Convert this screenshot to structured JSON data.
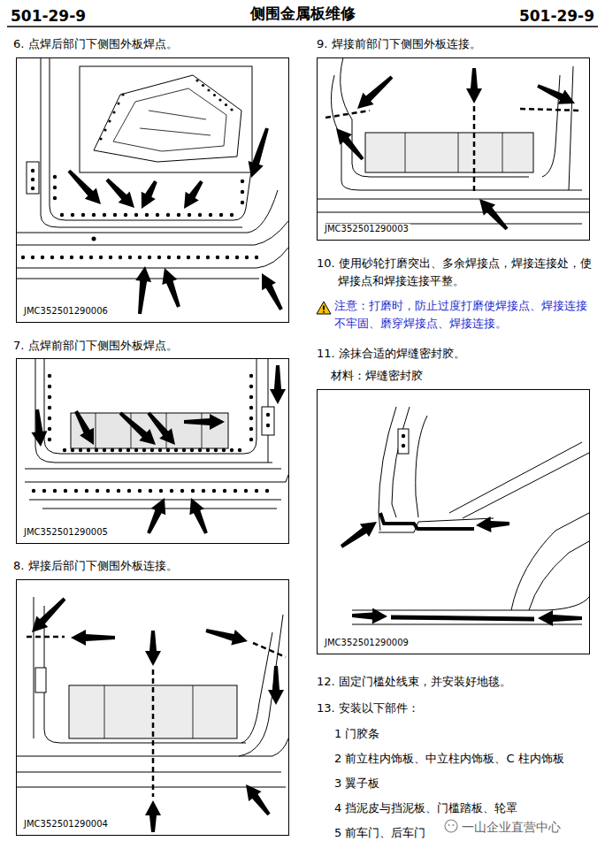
{
  "diagram": {
    "title": "侧围金属板维修",
    "nodes": [
      {
        "text": [
          "JMC352501290006"
        ]
      },
      {
        "text": [
          "JMC352501290005"
        ]
      },
      {
        "text": [
          "JMC352501290004"
        ]
      },
      {
        "text": [
          "JMC352501290003"
        ]
      },
      {
        "text": [
          "JMC352501290009"
        ]
      }
    ],
    "labels": [
      "501-29-9",
      "501-29-9",
      "6. 点焊后部门下侧围外板焊点。",
      "9. 焊接前部门下侧围外板连接。",
      "10. 使用砂轮打磨突出、多余焊接点，焊接连接处，使焊接点和焊接连接平整。",
      "注意：打磨时，防止过度打磨使焊接点、焊接连接不牢固、磨穿焊接点、焊接连接。",
      "7. 点焊前部门下侧围外板焊点。",
      "11. 涂抹合适的焊缝密封胶。",
      "材料：焊缝密封胶",
      "8. 焊接后部门下侧围外板连接。",
      "12. 固定门槛处线束，并安装好地毯。",
      "13. 安装以下部件：",
      "1 门胶条",
      "2 前立柱内饰板、中立柱内饰板、C 柱内饰板",
      "3 翼子板",
      "4 挡泥皮与挡泥板、门槛踏板、轮罩",
      "5 前车门、后车门",
      "一山企业直营中心"
    ]
  }
}
